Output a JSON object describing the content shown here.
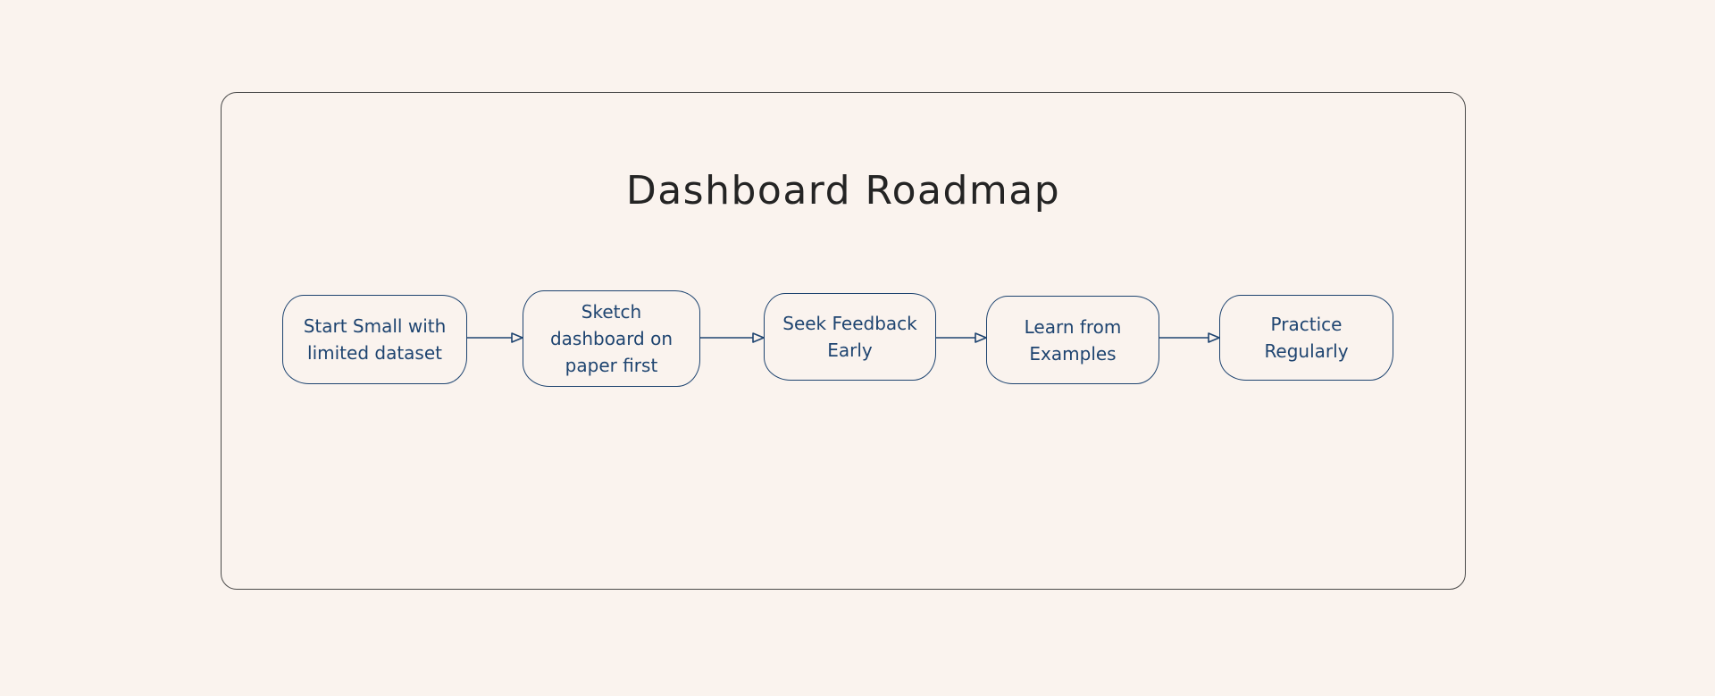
{
  "colors": {
    "background": "#FAF3EE",
    "frame_stroke": "#4A4A4A",
    "node_stroke": "#1E4470",
    "node_text": "#1E4470",
    "title_text": "#242424"
  },
  "diagram": {
    "title": "Dashboard Roadmap",
    "nodes": [
      {
        "label": "Start Small with\nlimited dataset"
      },
      {
        "label": "Sketch\ndashboard on\npaper first"
      },
      {
        "label": "Seek Feedback\nEarly"
      },
      {
        "label": "Learn from\nExamples"
      },
      {
        "label": "Practice\nRegularly"
      }
    ],
    "connectors": [
      {
        "from": 0,
        "to": 1,
        "type": "arrow-right"
      },
      {
        "from": 1,
        "to": 2,
        "type": "arrow-right"
      },
      {
        "from": 2,
        "to": 3,
        "type": "arrow-right"
      },
      {
        "from": 3,
        "to": 4,
        "type": "arrow-right"
      }
    ]
  }
}
